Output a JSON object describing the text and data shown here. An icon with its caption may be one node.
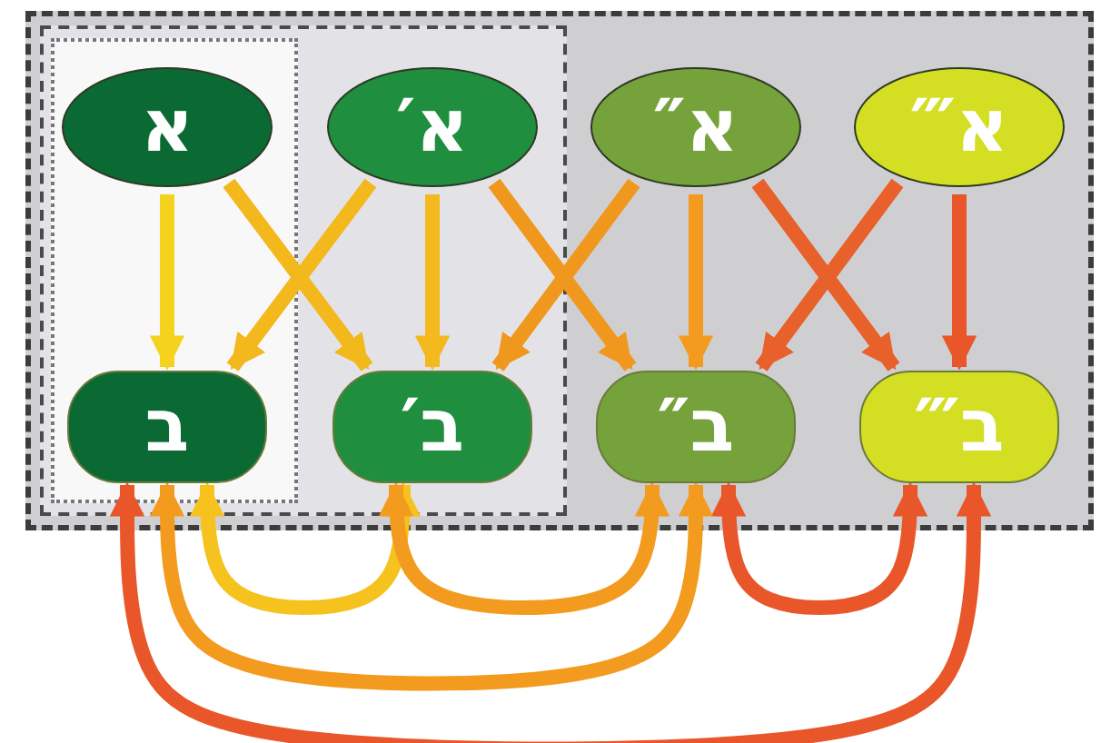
{
  "diagram": {
    "nodes": [
      {
        "text": [],
        "shape": "box"
      },
      {
        "text": [],
        "shape": "box",
        "in": 0
      },
      {
        "text": [],
        "shape": "box",
        "in": 1
      },
      {
        "text": [
          "א"
        ],
        "in": 2
      },
      {
        "text": [
          "א′"
        ],
        "in": 1
      },
      {
        "text": [
          "א″"
        ],
        "in": 0
      },
      {
        "text": [
          "א‴"
        ],
        "in": 0
      },
      {
        "text": [
          "ב"
        ],
        "in": 2
      },
      {
        "text": [
          "ב′"
        ],
        "in": 1
      },
      {
        "text": [
          "ב″"
        ],
        "in": 0
      },
      {
        "text": [
          "ב‴"
        ],
        "in": 0
      }
    ],
    "edges": [
      {
        "from": 3,
        "to": 7,
        "arrow": "to",
        "color": "#f5d21e"
      },
      {
        "from": 3,
        "to": 8,
        "arrow": "to",
        "color": "#f2b81c"
      },
      {
        "from": 4,
        "to": 7,
        "arrow": "to",
        "color": "#f2b81c"
      },
      {
        "from": 4,
        "to": 8,
        "arrow": "to",
        "color": "#f4b91e"
      },
      {
        "from": 4,
        "to": 9,
        "arrow": "to",
        "color": "#f0981e"
      },
      {
        "from": 5,
        "to": 8,
        "arrow": "to",
        "color": "#f0981e"
      },
      {
        "from": 5,
        "to": 9,
        "arrow": "to",
        "color": "#f39b1e"
      },
      {
        "from": 5,
        "to": 10,
        "arrow": "to",
        "color": "#e8602a"
      },
      {
        "from": 6,
        "to": 9,
        "arrow": "to",
        "color": "#e8602a"
      },
      {
        "from": 6,
        "to": 10,
        "arrow": "to",
        "color": "#e8562a"
      },
      {
        "from": 7,
        "to": 8,
        "arrow": "both",
        "color": "#f5c21e"
      },
      {
        "from": 8,
        "to": 9,
        "arrow": "both",
        "color": "#f39b1e"
      },
      {
        "from": 9,
        "to": 10,
        "arrow": "both",
        "color": "#e8562a"
      },
      {
        "from": 7,
        "to": 9,
        "arrow": "both",
        "color": "#f39b1e"
      },
      {
        "from": 7,
        "to": 10,
        "arrow": "both",
        "color": "#e8562a"
      }
    ]
  }
}
